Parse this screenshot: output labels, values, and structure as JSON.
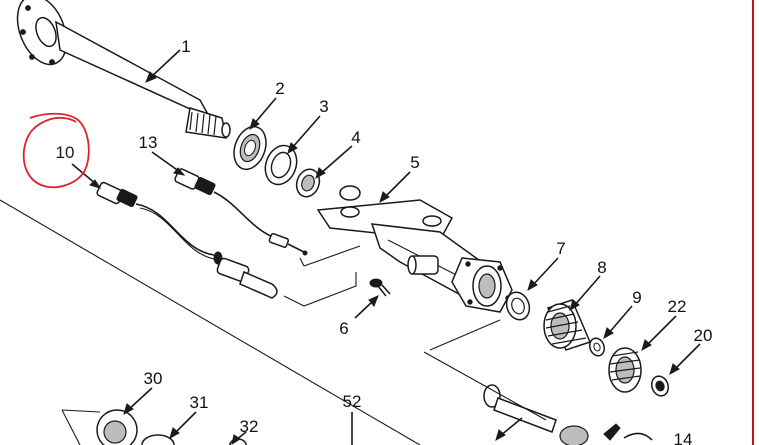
{
  "diagram": {
    "callouts": [
      {
        "id": "c1",
        "text": "1"
      },
      {
        "id": "c2",
        "text": "2"
      },
      {
        "id": "c3",
        "text": "3"
      },
      {
        "id": "c4",
        "text": "4"
      },
      {
        "id": "c5",
        "text": "5"
      },
      {
        "id": "c6",
        "text": "6"
      },
      {
        "id": "c7",
        "text": "7"
      },
      {
        "id": "c8",
        "text": "8"
      },
      {
        "id": "c9",
        "text": "9"
      },
      {
        "id": "c10",
        "text": "10"
      },
      {
        "id": "c13",
        "text": "13"
      },
      {
        "id": "c14",
        "text": "14"
      },
      {
        "id": "c20",
        "text": "20"
      },
      {
        "id": "c22",
        "text": "22"
      },
      {
        "id": "c30",
        "text": "30"
      },
      {
        "id": "c31",
        "text": "31"
      },
      {
        "id": "c32",
        "text": "32"
      },
      {
        "id": "c52",
        "text": "52"
      }
    ],
    "highlight": {
      "target": "10",
      "color": "#e0222a"
    }
  }
}
